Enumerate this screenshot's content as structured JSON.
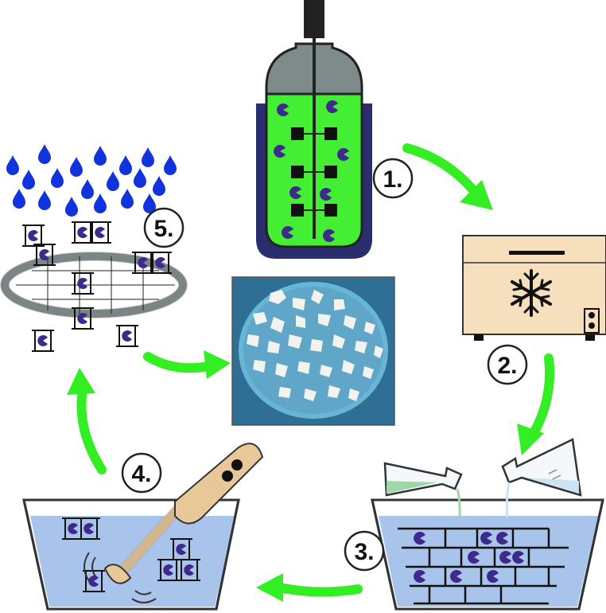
{
  "steps": [
    {
      "id": 1,
      "label": "1."
    },
    {
      "id": 2,
      "label": "2."
    },
    {
      "id": 3,
      "label": "3."
    },
    {
      "id": 4,
      "label": "4."
    },
    {
      "id": 5,
      "label": "5."
    }
  ],
  "colors": {
    "arrow": "#33ee22",
    "bioreactor_fluid": "#44ee33",
    "bioreactor_jacket": "#2a2d6e",
    "bioreactor_head": "#7f8a8a",
    "cell": "#3d2a8c",
    "scaffold": "#111111",
    "water": "#a9c4ea",
    "droplet": "#1133dd",
    "freezer_body": "#f5dfbd",
    "ring": "#8e9a9a",
    "dish": "#5fa6c8"
  },
  "icons": [
    "bioreactor-icon",
    "freezer-icon",
    "snowflake-icon",
    "beaker-icon",
    "blender-icon",
    "droplet-icon",
    "petri-dish-icon"
  ]
}
